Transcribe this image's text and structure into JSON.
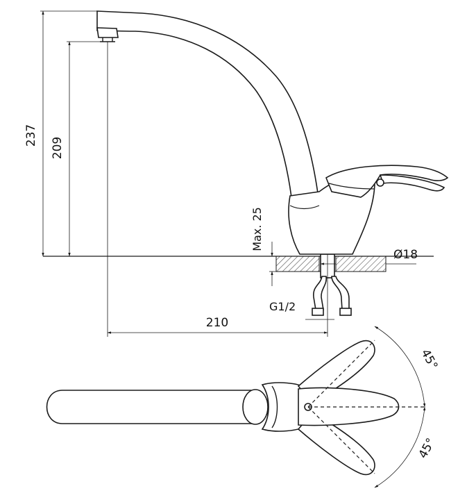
{
  "dimensions": {
    "total_height": "237",
    "spout_height": "209",
    "max_thickness": "Max. 25",
    "hole_diameter": "Ø18",
    "thread": "G1/2",
    "spout_reach": "210",
    "angle_upper": "45°",
    "angle_lower": "45°"
  },
  "colors": {
    "line": "#1a1a1a",
    "background": "#ffffff",
    "hatch": "#555555"
  }
}
